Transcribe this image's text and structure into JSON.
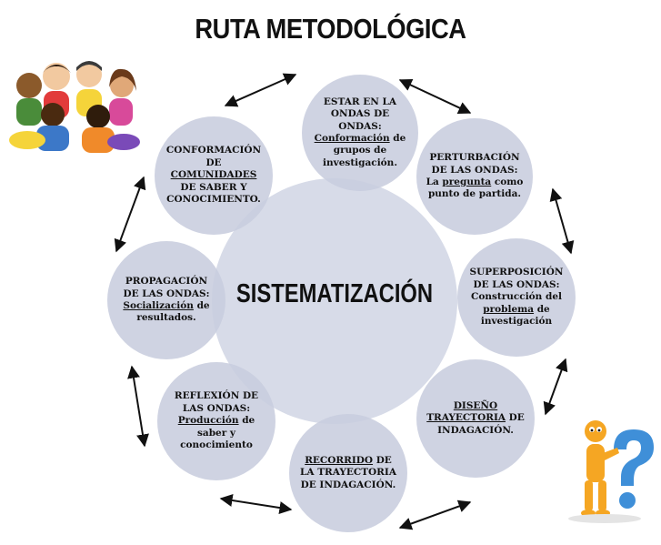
{
  "title": "RUTA METODOLÓGICA",
  "center": "SISTEMATIZACIÓN",
  "nodes": [
    {
      "id": "estar",
      "parts": [
        {
          "t": "ESTAR EN LA ONDAS DE ONDAS: ",
          "u": false
        },
        {
          "t": "Conformación",
          "u": true
        },
        {
          "t": " de grupos de investigación.",
          "u": false
        }
      ]
    },
    {
      "id": "perturbacion",
      "parts": [
        {
          "t": "PERTURBACIÓN DE LAS ONDAS: La ",
          "u": false
        },
        {
          "t": "pregunta",
          "u": true
        },
        {
          "t": " como punto de partida.",
          "u": false
        }
      ]
    },
    {
      "id": "superposicion",
      "parts": [
        {
          "t": "SUPERPOSICIÓN DE LAS ONDAS: Construcción del ",
          "u": false
        },
        {
          "t": "problema",
          "u": true
        },
        {
          "t": " de investigación",
          "u": false
        }
      ]
    },
    {
      "id": "diseno",
      "parts": [
        {
          "t": "DISEÑO TRAYECTORIA",
          "u": true
        },
        {
          "t": " DE INDAGACIÓN.",
          "u": false
        }
      ]
    },
    {
      "id": "recorrido",
      "parts": [
        {
          "t": "RECORRIDO",
          "u": true
        },
        {
          "t": " DE LA TRAYECTORIA DE INDAGACIÓN.",
          "u": false
        }
      ]
    },
    {
      "id": "reflexion",
      "parts": [
        {
          "t": "REFLEXIÓN DE LAS ONDAS: ",
          "u": false
        },
        {
          "t": "Producción",
          "u": true
        },
        {
          "t": " de saber y conocimiento",
          "u": false
        }
      ]
    },
    {
      "id": "propagacion",
      "parts": [
        {
          "t": "PROPAGACIÓN DE LAS ONDAS: ",
          "u": false
        },
        {
          "t": "Socialización",
          "u": true
        },
        {
          "t": " de resultados.",
          "u": false
        }
      ]
    },
    {
      "id": "conformacion",
      "parts": [
        {
          "t": "CONFORMACIÓN DE ",
          "u": false
        },
        {
          "t": "COMUNIDADES",
          "u": true
        },
        {
          "t": " DE SABER Y CONOCIMIENTO.",
          "u": false
        }
      ]
    }
  ],
  "colors": {
    "node_fill": "#c8cdde",
    "center_fill": "#d7dbe8",
    "arrow": "#111111"
  },
  "icons": {
    "top_left": "children-circle-illustration",
    "bottom_right": "question-mark-figure-illustration"
  }
}
